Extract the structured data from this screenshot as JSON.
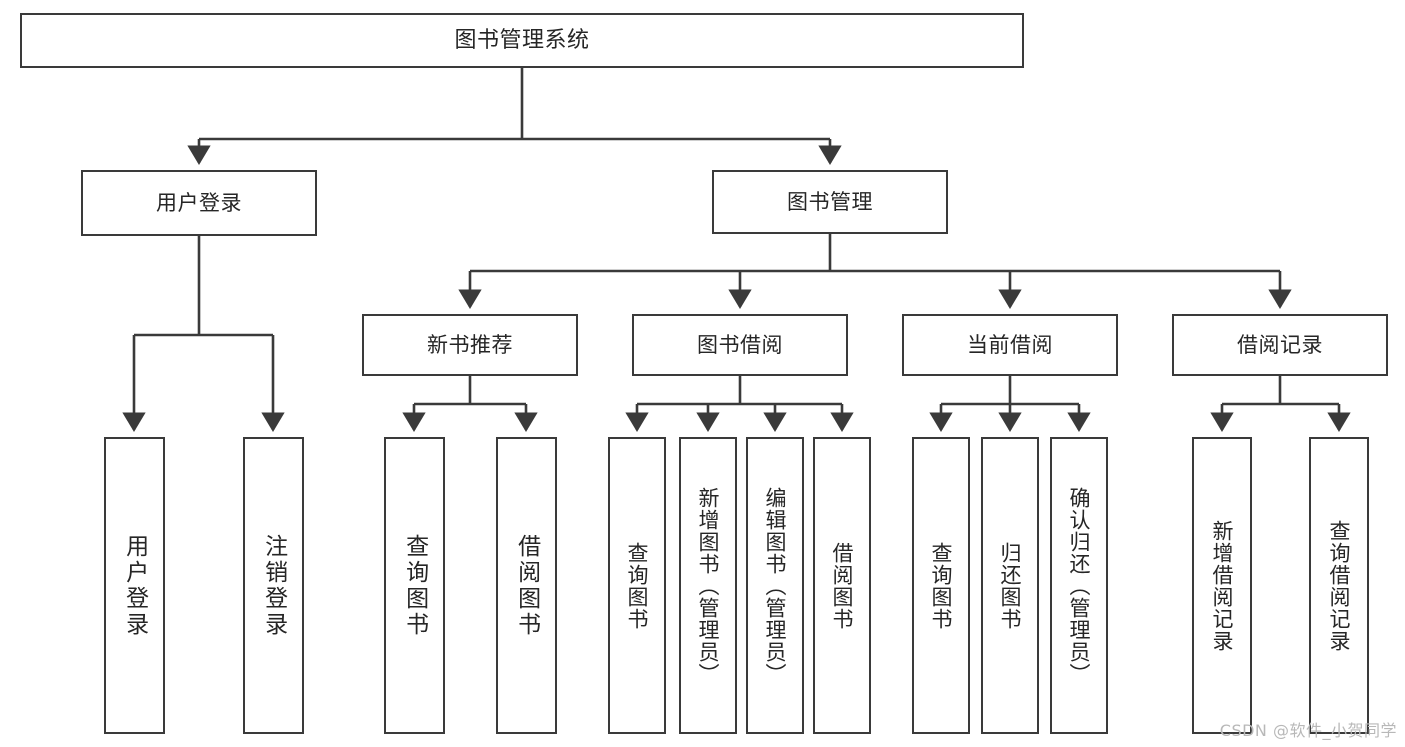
{
  "diagram": {
    "title": "图书管理系统",
    "type": "tree-hierarchy",
    "root": {
      "label": "图书管理系统"
    },
    "level1": [
      {
        "label": "用户登录"
      },
      {
        "label": "图书管理"
      }
    ],
    "level2": [
      {
        "label": "新书推荐"
      },
      {
        "label": "图书借阅"
      },
      {
        "label": "当前借阅"
      },
      {
        "label": "借阅记录"
      }
    ],
    "leaves": {
      "user_login": [
        {
          "label": "用户登录"
        },
        {
          "label": "注销登录"
        }
      ],
      "new_book_recommend": [
        {
          "label": "查询图书"
        },
        {
          "label": "借阅图书"
        }
      ],
      "book_borrow": [
        {
          "label": "查询图书"
        },
        {
          "label": "新增图书（管理员）"
        },
        {
          "label": "编辑图书（管理员）"
        },
        {
          "label": "借阅图书"
        }
      ],
      "current_borrow": [
        {
          "label": "查询图书"
        },
        {
          "label": "归还图书"
        },
        {
          "label": "确认归还（管理员）"
        }
      ],
      "borrow_record": [
        {
          "label": "新增借阅记录"
        },
        {
          "label": "查询借阅记录"
        }
      ]
    }
  },
  "watermark": {
    "text": "CSDN @软件_小贺同学"
  },
  "colors": {
    "border": "#3a3a3a",
    "text": "#262626",
    "background": "#ffffff",
    "watermark": "#b8b8b8"
  }
}
